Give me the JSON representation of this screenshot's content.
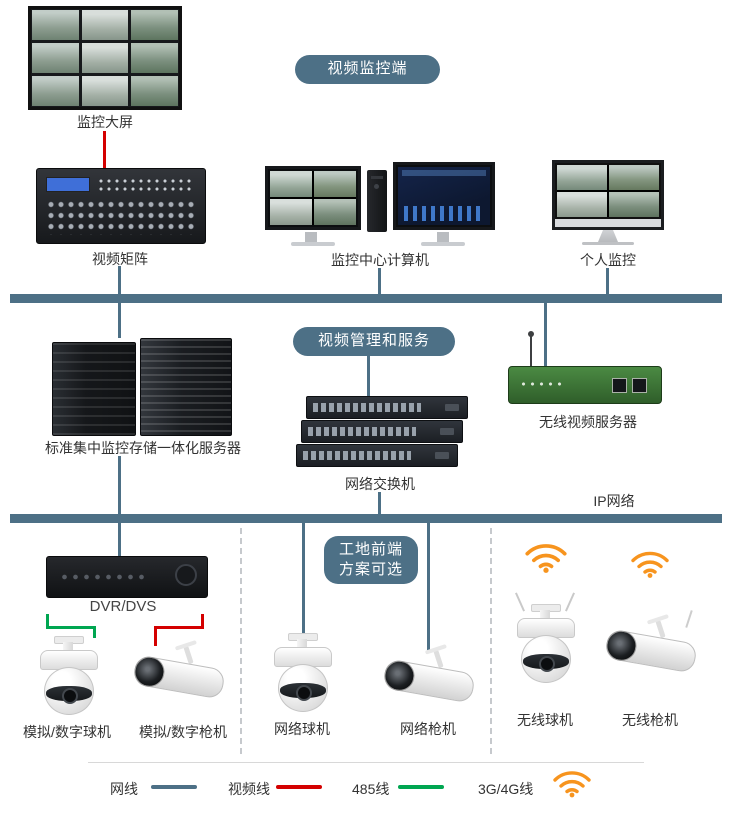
{
  "colors": {
    "slate": "#4d7086",
    "red": "#d40000",
    "green": "#00a651",
    "orange": "#f7941e"
  },
  "pills": {
    "monitoring_end": "视频监控端",
    "management_services": "视频管理和服务",
    "frontend_line1": "工地前端",
    "frontend_line2": "方案可选"
  },
  "labels": {
    "monitor_wall": "监控大屏",
    "video_matrix": "视频矩阵",
    "center_computer": "监控中心计算机",
    "personal_monitor": "个人监控",
    "storage_server": "标准集中监控存储一体化服务器",
    "network_switch": "网络交换机",
    "wireless_server": "无线视频服务器",
    "ip_network": "IP网络",
    "dvr": "DVR/DVS",
    "analog_dome": "模拟/数字球机",
    "analog_bullet": "模拟/数字枪机",
    "network_dome": "网络球机",
    "network_bullet": "网络枪机",
    "wireless_dome": "无线球机",
    "wireless_bullet": "无线枪机"
  },
  "legend": {
    "items": [
      {
        "label": "网线",
        "color": "#4d7086"
      },
      {
        "label": "视频线",
        "color": "#d40000"
      },
      {
        "label": "485线",
        "color": "#00a651"
      },
      {
        "label": "3G/4G线",
        "color": "#f7941e"
      }
    ]
  }
}
